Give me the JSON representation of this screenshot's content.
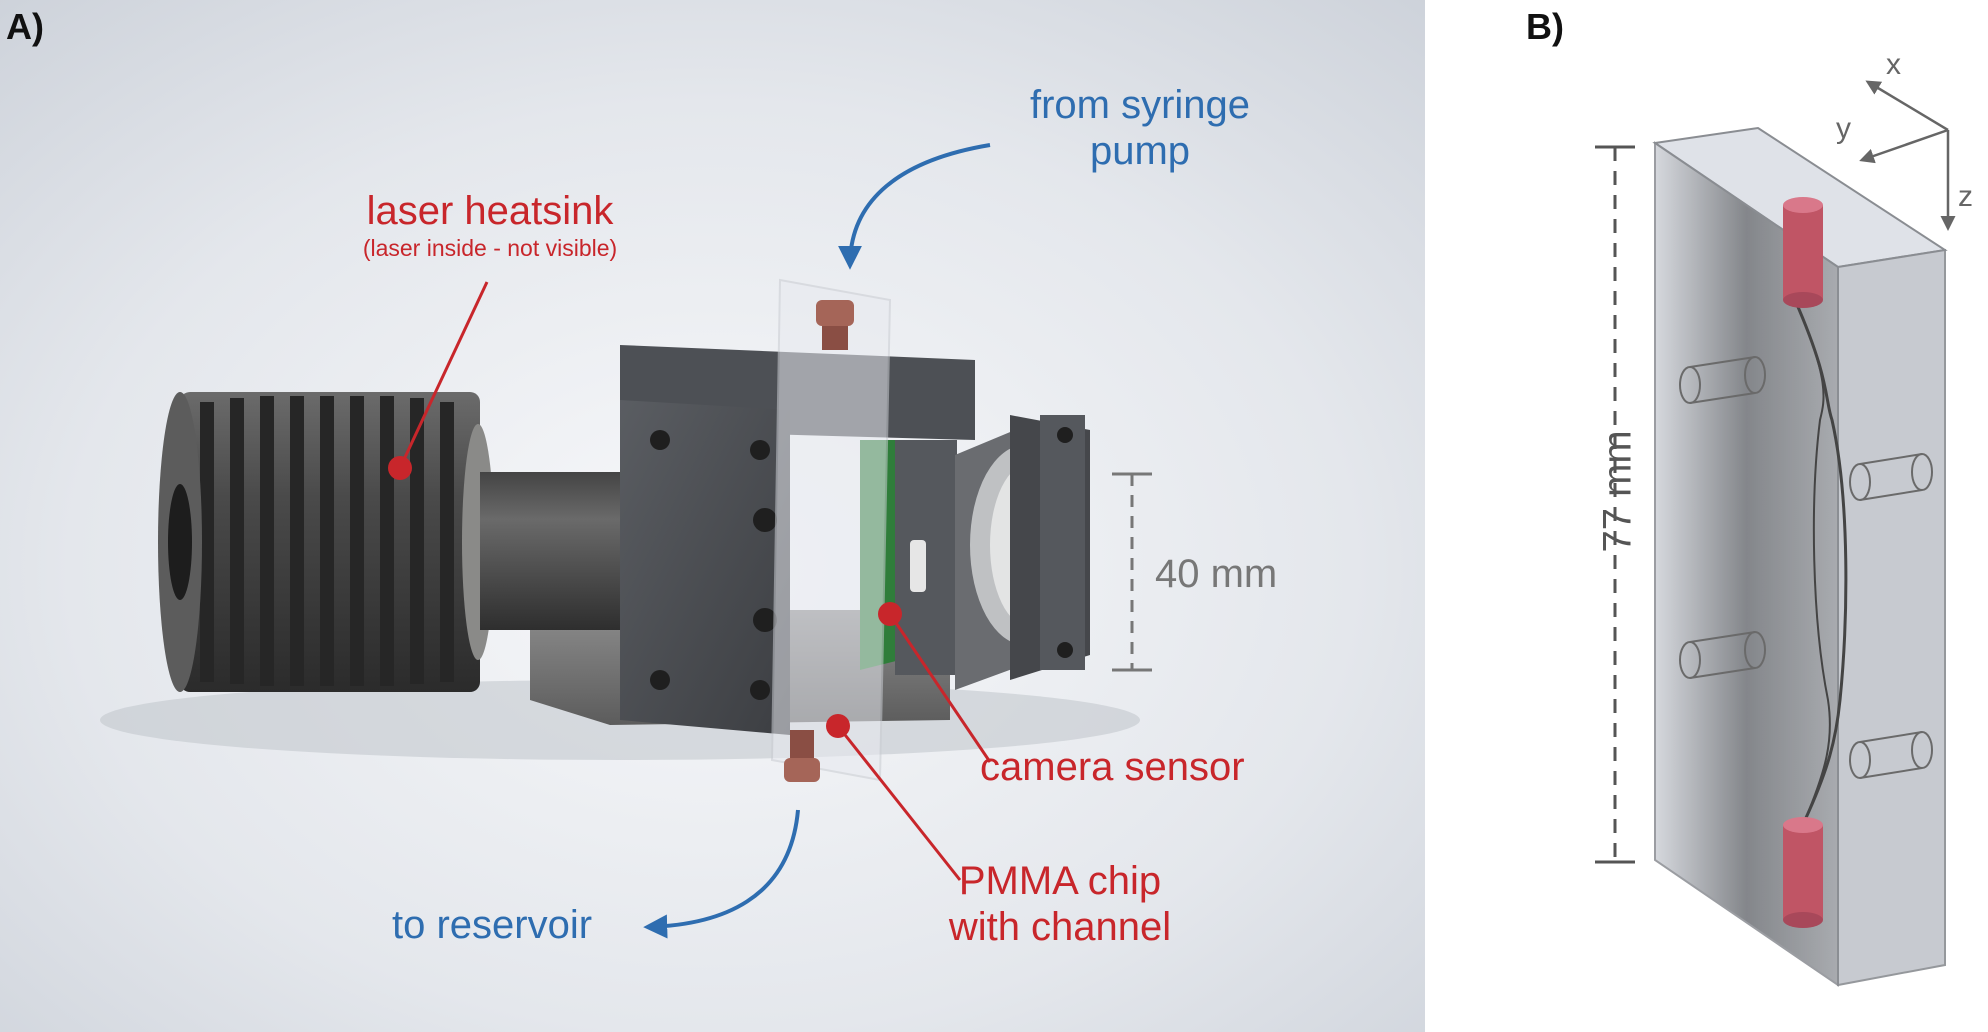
{
  "panel_a": {
    "label": "A)",
    "labels": {
      "from_syringe_line1": "from syringe",
      "from_syringe_line2": "pump",
      "laser_heatsink": "laser heatsink",
      "laser_note": "(laser inside - not visible)",
      "dimension": "40 mm",
      "camera_sensor": "camera sensor",
      "pmma_line1": "PMMA chip",
      "pmma_line2": "with channel",
      "to_reservoir": "to reservoir"
    },
    "colors": {
      "annotation_red": "#c8262b",
      "flow_blue": "#2e6db0",
      "dimension_grey": "#777777"
    }
  },
  "panel_b": {
    "label": "B)",
    "dimension": "77 mm",
    "axes": {
      "x": "x",
      "y": "y",
      "z": "z"
    },
    "colors": {
      "inlet_red": "#c05565"
    }
  }
}
